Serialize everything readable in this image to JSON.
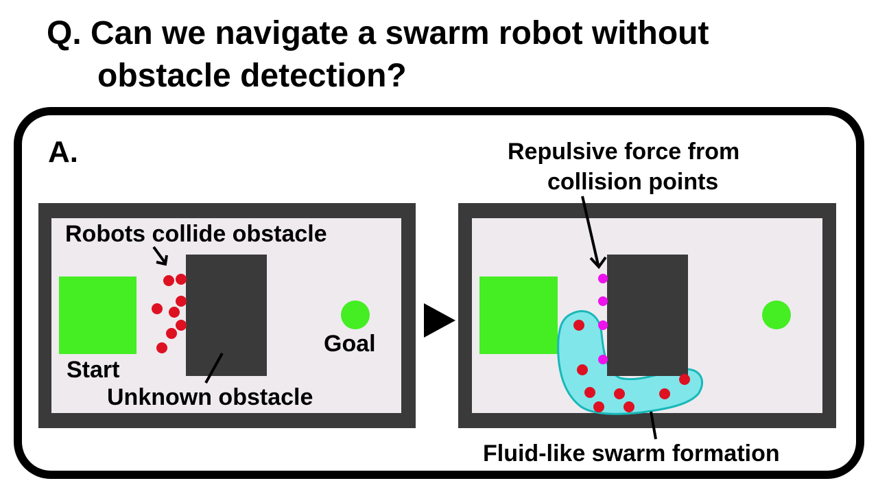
{
  "question": {
    "line1": "Q. Can we navigate a swarm robot without",
    "line2": "obstacle detection?"
  },
  "panel": {
    "label": "A."
  },
  "left_scene": {
    "collide_label": "Robots collide obstacle",
    "start_label": "Start",
    "goal_label": "Goal",
    "obstacle_label": "Unknown obstacle"
  },
  "right_scene": {
    "repulsive_line1": "Repulsive force from",
    "repulsive_line2": "collision points",
    "formation_label": "Fluid-like swarm formation"
  },
  "colors": {
    "wall": "#3a3a3a",
    "floor": "#eeeaee",
    "obstacle": "#3a3a3a",
    "start_goal": "#44ee22",
    "robot": "#dd1122",
    "collision_point": "#ee11ee",
    "swarm_fill": "#80e6ea",
    "swarm_stroke": "#18b8b8"
  },
  "icons": {
    "transition_arrow": "play-triangle-icon"
  }
}
